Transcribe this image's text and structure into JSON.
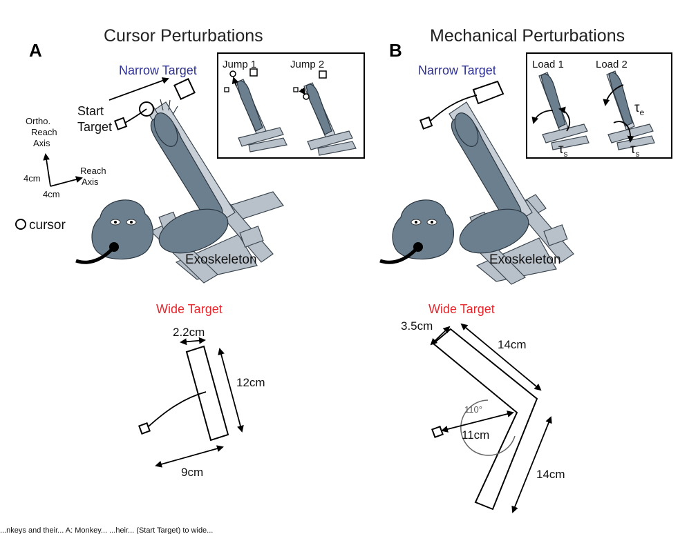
{
  "panel_a": {
    "letter": "A",
    "title": "Cursor Perturbations",
    "narrow_target": "Narrow Target",
    "start_target": [
      "Start",
      "Target"
    ],
    "axis_ortho": [
      "Ortho.",
      "Reach",
      "Axis"
    ],
    "axis_reach": [
      "Reach",
      "Axis"
    ],
    "scale_y": "4cm",
    "scale_x": "4cm",
    "cursor": "cursor",
    "exoskeleton": "Exoskeleton",
    "inset": {
      "jump1": "Jump 1",
      "jump2": "Jump 2"
    },
    "wide_target": "Wide Target",
    "dim_width": "2.2cm",
    "dim_length": "12cm",
    "dim_distance": "9cm"
  },
  "panel_b": {
    "letter": "B",
    "title": "Mechanical Perturbations",
    "narrow_target": "Narrow Target",
    "exoskeleton": "Exoskeleton",
    "inset": {
      "load1": "Load 1",
      "load2": "Load 2",
      "tau": "τ",
      "sub_s": "s",
      "sub_e": "e"
    },
    "wide_target": "Wide Target",
    "dim_width": "3.5cm",
    "dim_arm1": "14cm",
    "dim_arm2": "14cm",
    "dim_distance": "11cm",
    "angle": "110°"
  },
  "caption_fragment": "...nkeys and their... A: Monkey... ...heir... (Start Target) to wide..."
}
